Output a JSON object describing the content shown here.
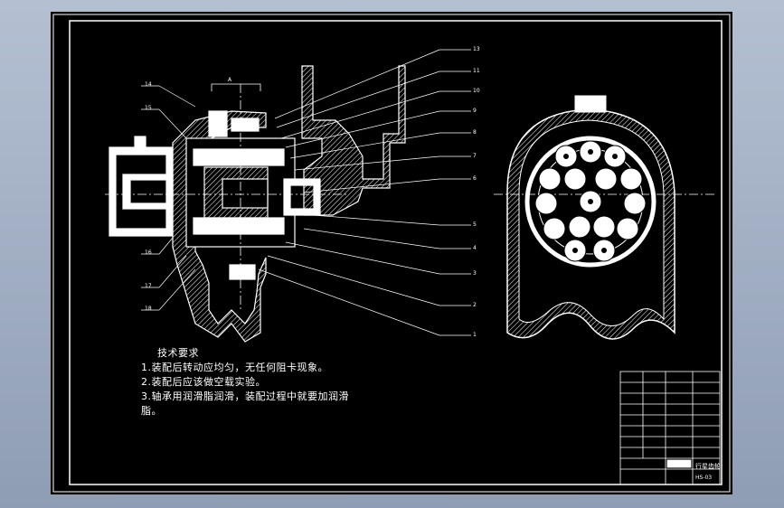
{
  "requirements": {
    "title": "技术要求",
    "lines": [
      "1.装配后转动应均匀，无任何阻卡现象。",
      "2.装配后应该做空载实验。",
      "3.轴承用润滑脂润滑，装配过程中就要加润滑",
      "脂。"
    ]
  },
  "view_label": "A",
  "part_numbers_right": [
    "13",
    "11",
    "10",
    "9",
    "8",
    "7",
    "6",
    "5",
    "4",
    "3",
    "2",
    "1"
  ],
  "part_numbers_left": [
    "14",
    "15",
    "16",
    "17",
    "18"
  ],
  "title_block": {
    "name": "行星齿轮",
    "code": "HS-03"
  },
  "colors": {
    "background": "#000000",
    "lines": "#ffffff",
    "frame": "#ffffff"
  }
}
